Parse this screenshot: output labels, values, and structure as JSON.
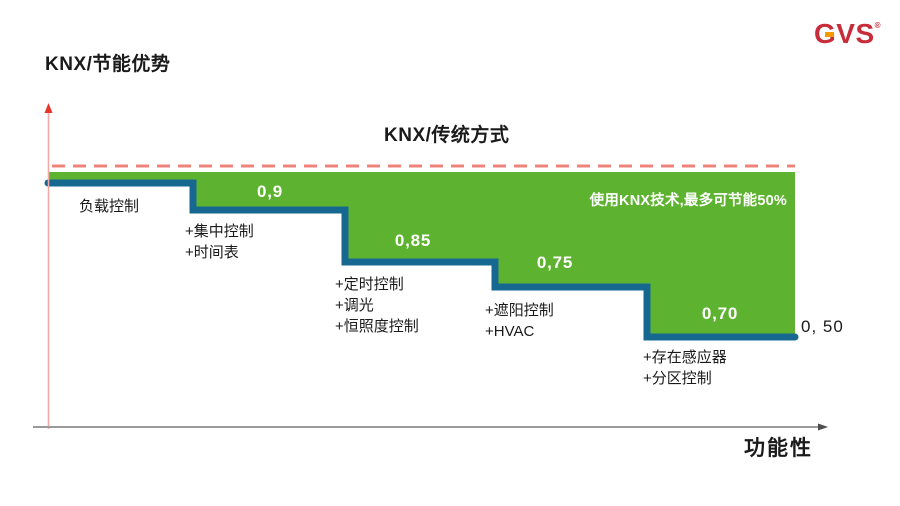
{
  "page": {
    "title": "KNX/节能优势",
    "logo_text": "GVS",
    "logo_reg": "®"
  },
  "chart_data": {
    "type": "area-step",
    "title": "KNX/传统方式",
    "xlabel": "功能性",
    "note": "使用KNX技术,最多可节能50%",
    "baseline_value": 1.0,
    "baseline_style": "dashed",
    "end_label": "0, 50",
    "end_value": 0.5,
    "legend_position": "none",
    "grid": false,
    "colors": {
      "area": "#5db32f",
      "line": "#176890",
      "baseline_dash": "#ef837b",
      "y_axis": "#f3a9a5",
      "y_axis_arrow": "#e8352a",
      "x_axis": "#9a9a9a",
      "x_axis_arrow": "#4d4d4d",
      "logo_red": "#c62c39",
      "logo_orange": "#f59b00"
    },
    "steps": [
      {
        "value": 1.0,
        "label": "",
        "annotation_lines": [
          "负载控制"
        ]
      },
      {
        "value": 0.9,
        "label": "0,9",
        "annotation_lines": [
          "+集中控制",
          "+时间表"
        ]
      },
      {
        "value": 0.85,
        "label": "0,85",
        "annotation_lines": [
          "+定时控制",
          "+调光",
          "+恒照度控制"
        ]
      },
      {
        "value": 0.75,
        "label": "0,75",
        "annotation_lines": [
          "+遮阳控制",
          "+HVAC"
        ]
      },
      {
        "value": 0.7,
        "label": "0,70",
        "annotation_lines": [
          "+存在感应器",
          "+分区控制"
        ]
      }
    ]
  }
}
